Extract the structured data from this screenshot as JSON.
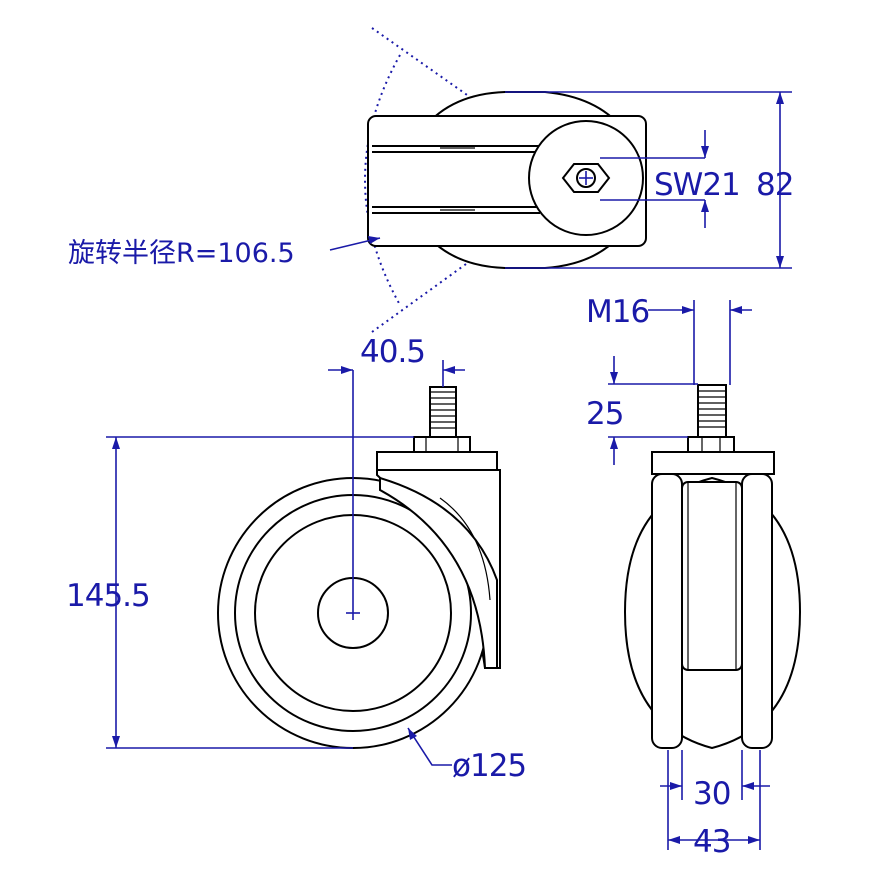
{
  "drawing": {
    "rotation_label": "旋转半径R=106.5",
    "dimensions": {
      "hex": "SW21",
      "width_top": "82",
      "thread": "M16",
      "stem_length": "25",
      "offset": "40.5",
      "height": "145.5",
      "diameter": "ø125",
      "tread_inner": "30",
      "tread_outer": "43"
    }
  }
}
